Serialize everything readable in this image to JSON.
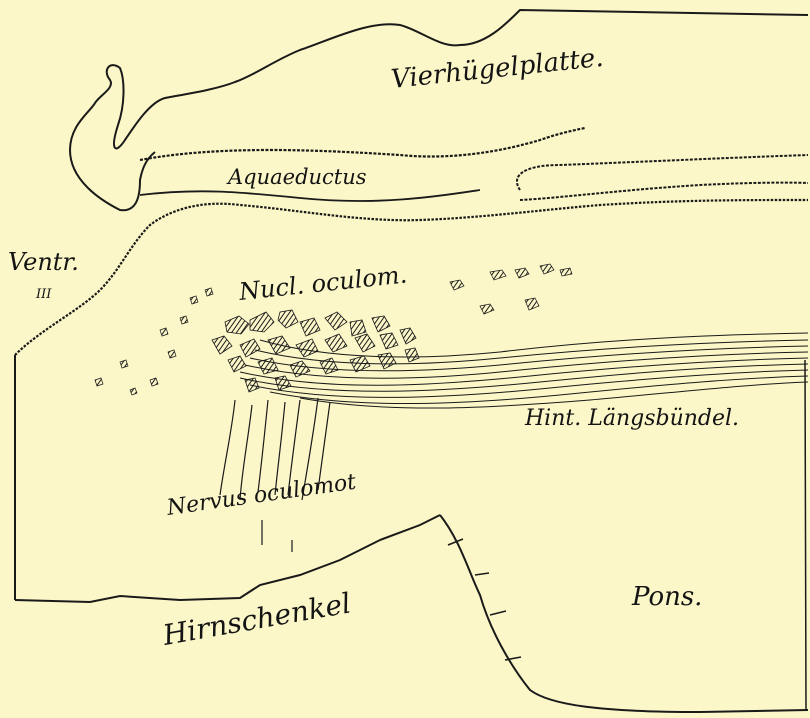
{
  "figure": {
    "background": "#fbf7c8",
    "ink": "#141414",
    "labels": {
      "vierhuegelplatte": "Vierhügelplatte.",
      "aquaeductus": "Aquaeductus",
      "ventr": "Ventr.",
      "ventr_num": "III",
      "nucl_oculom": "Nucl. oculom.",
      "hint_laengsbuendel": "Hint. Längsbündel.",
      "nervus_oculomot": "Nervus oculomot",
      "hirnschenkel": "Hirnschenkel",
      "pons": "Pons."
    }
  }
}
